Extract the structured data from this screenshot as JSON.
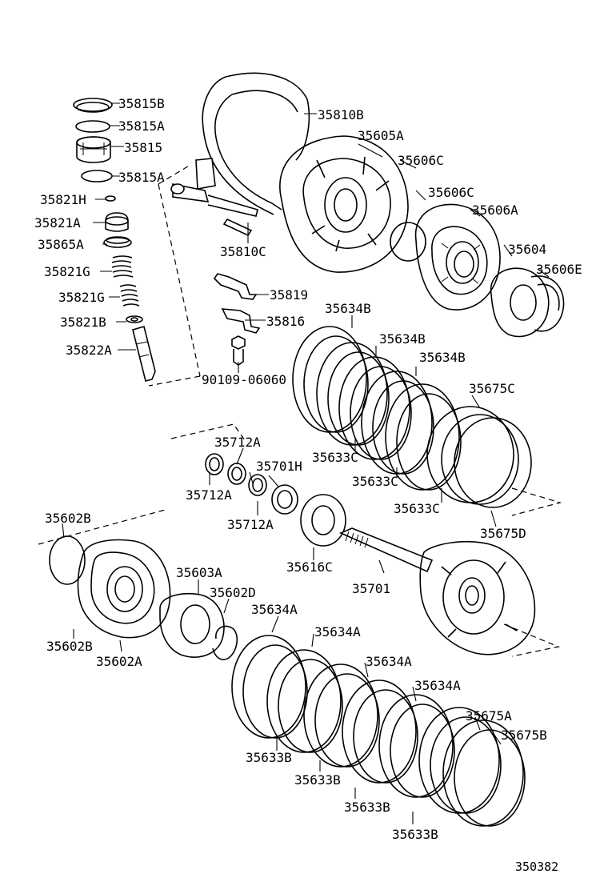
{
  "diagram_number": "350382",
  "labels": [
    "35815B",
    "35815A",
    "35815",
    "35815A",
    "35821H",
    "35821A",
    "35865A",
    "35821G",
    "35821G",
    "35821B",
    "35822A",
    "35810B",
    "35810C",
    "35819",
    "35816",
    "90109-06060",
    "35605A",
    "35606C",
    "35606C",
    "35606A",
    "35604",
    "35606E",
    "35634B",
    "35634B",
    "35634B",
    "35675C",
    "35633C",
    "35633C",
    "35633C",
    "35675D",
    "35712A",
    "35701H",
    "35712A",
    "35712A",
    "35616C",
    "35701",
    "35602B",
    "35602B",
    "35602A",
    "35603A",
    "35602D",
    "35634A",
    "35634A",
    "35634A",
    "35634A",
    "35675A",
    "35675B",
    "35633B",
    "35633B",
    "35633B",
    "35633B"
  ]
}
